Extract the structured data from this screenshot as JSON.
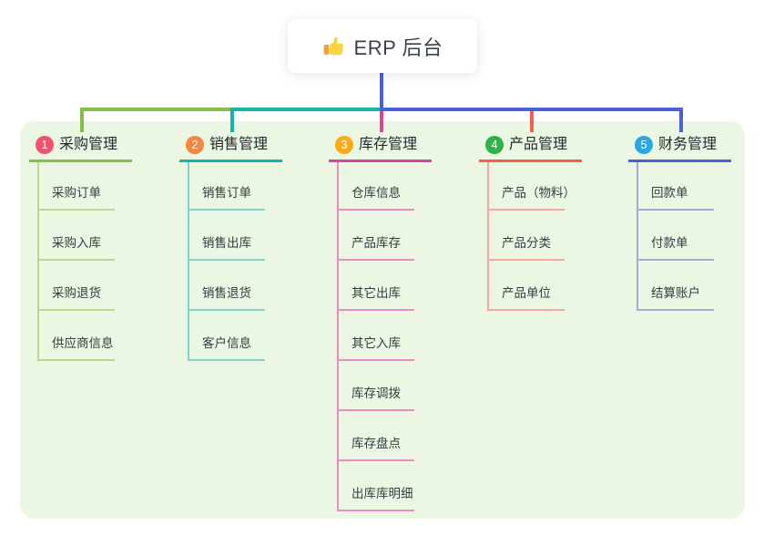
{
  "root": {
    "label": "ERP 后台",
    "icon": "thumbs-up-icon"
  },
  "canvas": {
    "background": "#ffffff",
    "panel_color": "#ebf7e3"
  },
  "connector": {
    "root_line_color": "#4c5fd6"
  },
  "branches": [
    {
      "number": "1",
      "title": "采购管理",
      "badge_color": "#f3506b",
      "line_color": "#85bd4b",
      "light_color": "#b6d98e",
      "items": [
        "采购订单",
        "采购入库",
        "采购退货",
        "供应商信息"
      ]
    },
    {
      "number": "2",
      "title": "销售管理",
      "badge_color": "#f6863d",
      "line_color": "#14b3ab",
      "light_color": "#84d4ce",
      "items": [
        "销售订单",
        "销售出库",
        "销售退货",
        "客户信息"
      ]
    },
    {
      "number": "3",
      "title": "库存管理",
      "badge_color": "#f9ac13",
      "line_color": "#d8449c",
      "light_color": "#ee8ac4",
      "items": [
        "仓库信息",
        "产品库存",
        "其它出库",
        "其它入库",
        "库存调拨",
        "库存盘点",
        "出库库明细"
      ]
    },
    {
      "number": "4",
      "title": "产品管理",
      "badge_color": "#2cb44b",
      "line_color": "#f25e52",
      "light_color": "#f8a69e",
      "items": [
        "产品（物料）",
        "产品分类",
        "产品单位"
      ]
    },
    {
      "number": "5",
      "title": "财务管理",
      "badge_color": "#2aa7e2",
      "line_color": "#4c5fd6",
      "light_color": "#9fadde",
      "items": [
        "回款单",
        "付款单",
        "结算账户"
      ]
    }
  ]
}
